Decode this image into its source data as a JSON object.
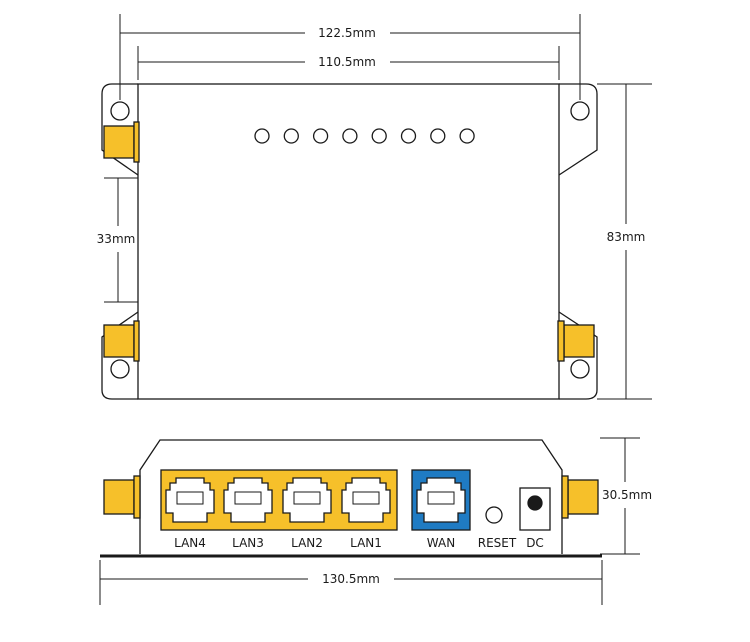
{
  "dimensions": {
    "outer_width": "122.5mm",
    "body_width": "110.5mm",
    "hole_spacing": "33mm",
    "height": "83mm",
    "front_height": "30.5mm",
    "front_width": "130.5mm"
  },
  "ports": {
    "lan4": "LAN4",
    "lan3": "LAN3",
    "lan2": "LAN2",
    "lan1": "LAN1",
    "wan": "WAN",
    "reset": "RESET",
    "dc": "DC"
  },
  "colors": {
    "lan": "#F6C02A",
    "wan": "#1F7BC3",
    "line": "#1a1a1a"
  },
  "led_count": 8
}
